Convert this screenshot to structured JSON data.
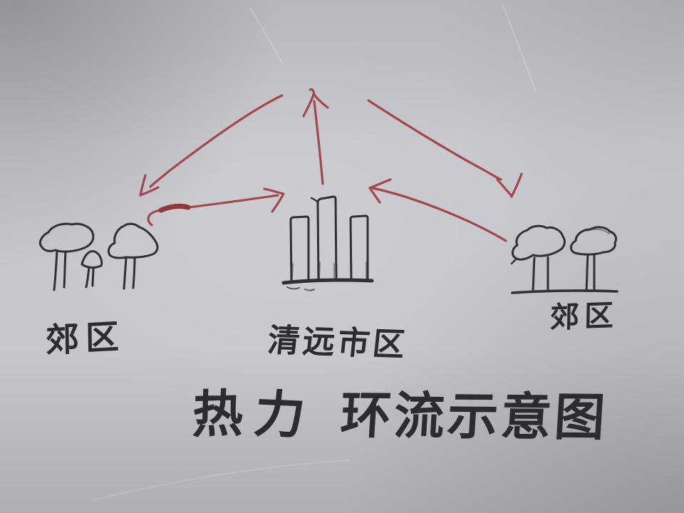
{
  "scene": {
    "kind": "hand-drawn diagram photographed on gray paper",
    "title_text": "热力环流示意图",
    "title_segments": [
      "热",
      "力",
      "环流示意图"
    ]
  },
  "labels": {
    "left_suburb": "郊区",
    "center_city": "清远市区",
    "right_suburb": "郊区"
  },
  "colors": {
    "paper": "#c4c5ca",
    "ink_black": "#313036",
    "ink_red": "#a4474a",
    "ink_red_dark": "#8f3a3a"
  },
  "drawing": {
    "center": "three tall rectangular buildings on a ground line (urban area)",
    "left": "three trees, no ground line (suburb)",
    "right": "two trees on a ground line (suburb)",
    "red_arrows": [
      "air rising vertically above the city",
      "upper-level flow curving from top toward upper-left suburb, arrow points down",
      "upper-level flow curving from top toward upper-right suburb, arrow points down",
      "surface flow from left suburb toward city, arrow points right",
      "surface flow from right suburb toward city, arrow points left"
    ]
  }
}
